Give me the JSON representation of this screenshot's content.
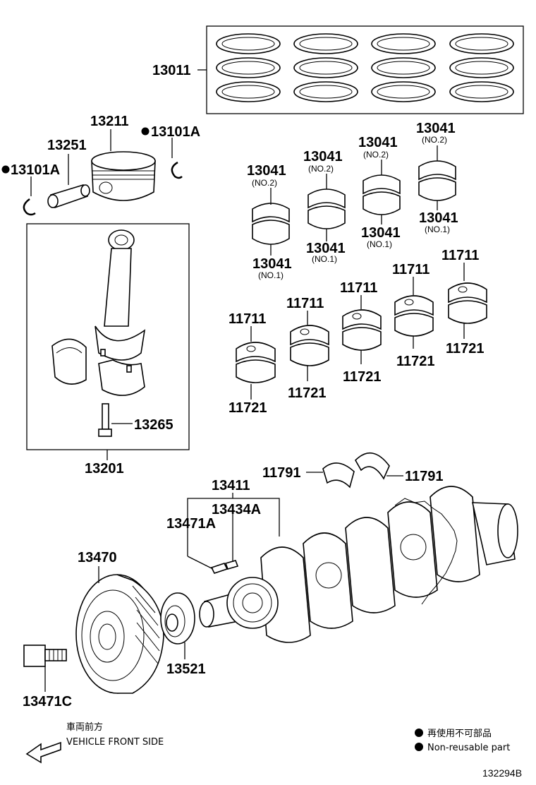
{
  "labels": {
    "piston_rings": "13011",
    "piston": "13211",
    "pin": "13251",
    "snap_ring_right": "13101A",
    "snap_ring_left": "13101A",
    "conrod_bolt": "13265",
    "conrod_assy": "13201",
    "conrod_bearing": "13041",
    "main_bearing_upper": "11711",
    "main_bearing_lower": "11721",
    "thrust_washer": "11791",
    "crankshaft": "13411",
    "key_a": "13434A",
    "key_b": "13471A",
    "pulley": "13470",
    "pulley_bolt": "13471C",
    "sprocket": "13521"
  },
  "bearing_notes": {
    "no1": "(NO.1)",
    "no2": "(NO.2)"
  },
  "direction": {
    "jp": "車両前方",
    "en": "VEHICLE FRONT SIDE"
  },
  "legend": {
    "jp": "再使用不可部品",
    "en": "Non-reusable part",
    "bullet_color": "#000000"
  },
  "figure_code": "132294B"
}
